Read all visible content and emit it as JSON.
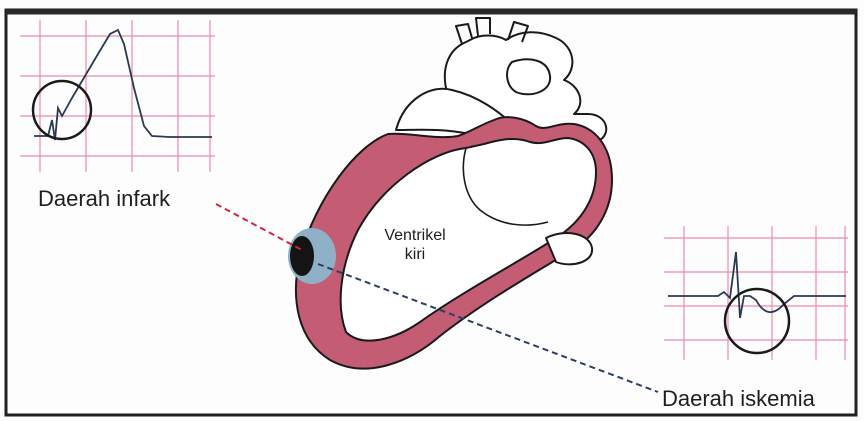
{
  "labels": {
    "infarct_area": "Daerah infark",
    "ischemia_area": "Daerah iskemia",
    "ventricle_line1": "Ventrikel",
    "ventricle_line2": "kiri"
  },
  "colors": {
    "myocardium": "#c45c74",
    "ecg_grid": "#f08aa8",
    "ischemia_zone": "#8fb1c8",
    "infarct_zone": "#141414",
    "infarct_leader": "#d2243c",
    "ischemia_leader": "#2c3e66",
    "outline": "#1a1a1a"
  }
}
